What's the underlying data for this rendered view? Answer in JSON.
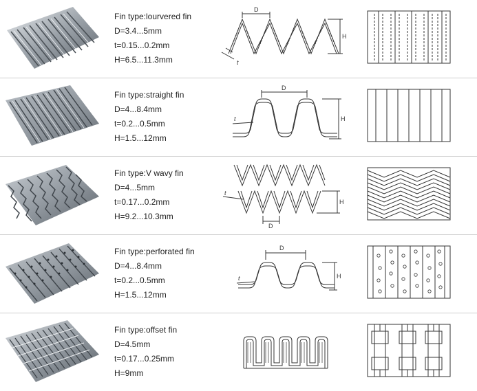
{
  "fins": [
    {
      "type": "Fin type:lourvered fin",
      "d": "D=3.4...5mm",
      "t": "t=0.15...0.2mm",
      "h": "H=6.5...11.3mm"
    },
    {
      "type": "Fin type:straight fin",
      "d": "D=4...8.4mm",
      "t": "t=0.2...0.5mm",
      "h": "H=1.5...12mm"
    },
    {
      "type": "Fin type:V wavy fin",
      "d": "D=4...5mm",
      "t": "t=0.17...0.2mm",
      "h": "H=9.2...10.3mm"
    },
    {
      "type": "Fin type:perforated fin",
      "d": "D=4...8.4mm",
      "t": "t=0.2...0.5mm",
      "h": "H=1.5...12mm"
    },
    {
      "type": "Fin type:offset fin",
      "d": "D=4.5mm",
      "t": "t=0.17...0.25mm",
      "h": "H=9mm"
    }
  ],
  "dimension_labels": {
    "d": "D",
    "t": "t",
    "h": "H"
  }
}
